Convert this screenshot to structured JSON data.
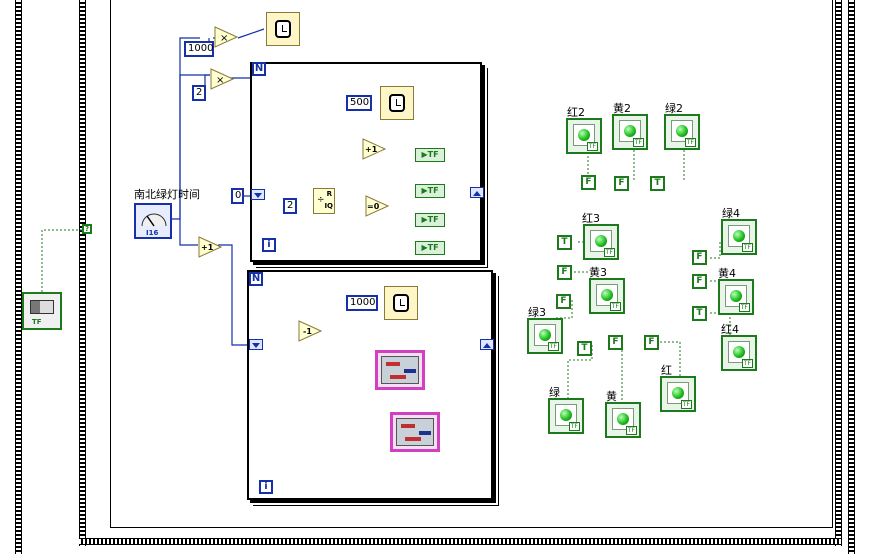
{
  "consts": {
    "c1000a": "1000",
    "c2a": "2",
    "c500": "500",
    "c0": "0",
    "c2b": "2",
    "c1000b": "1000"
  },
  "ops": {
    "mult": "×",
    "inc": "+1",
    "dec": "-1",
    "eq0": "=0",
    "quot_r": "R",
    "quot_iq": "IQ"
  },
  "loops": {
    "n": "N",
    "i": "i"
  },
  "knob": {
    "label": "南北绿灯时间",
    "tf": "I16"
  },
  "bools": {
    "f": "F",
    "t": "T",
    "tf": "TF"
  },
  "leds": {
    "hong2": "红2",
    "huang2": "黄2",
    "lv2": "绿2",
    "hong3": "红3",
    "huang3": "黄3",
    "lv3": "绿3",
    "lv4": "绿4",
    "huang4": "黄4",
    "hong4": "红4",
    "lv": "绿",
    "huang": "黄",
    "hong": "红"
  },
  "colors": {
    "wire_num": "#1530a8",
    "wire_bool": "#1c7a1c",
    "wire_cluster": "#d040c0"
  }
}
